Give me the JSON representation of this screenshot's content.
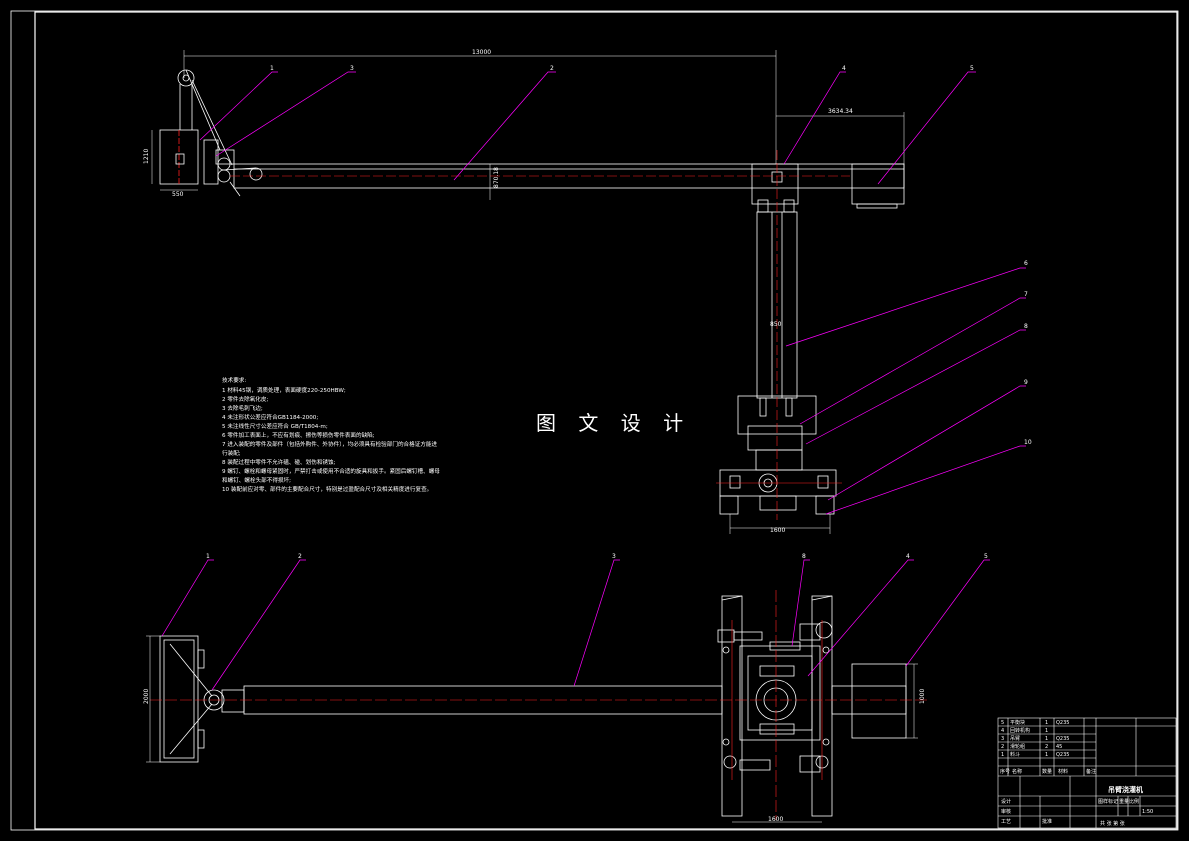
{
  "watermark": "图 文 设 计",
  "dimensions": {
    "total_length": "13000",
    "jib_extension": "3634.34",
    "beam_height": "870.18",
    "column_width": "850",
    "base_width": "1600",
    "hopper_height": "1210",
    "hopper_width": "550",
    "hopper_plan_width": "2000",
    "counterweight_plan": "1000",
    "plan_base_width": "1600"
  },
  "callouts_top": [
    "1",
    "3",
    "2",
    "4",
    "5",
    "6",
    "7",
    "8",
    "9",
    "10"
  ],
  "callouts_bottom": [
    "1",
    "2",
    "3",
    "8",
    "4",
    "5"
  ],
  "technical_notes": {
    "heading": "技术要求:",
    "lines": [
      "1 材料45钢，调质处理，表面硬度220-250HBW;",
      "2 零件去除氧化皮;",
      "3 去除毛刺飞边;",
      "4 未注形状公差应符合GB1184-2000;",
      "5 未注线性尺寸公差应符合 GB/T1804-m;",
      "6 零件加工表面上，不应有划痕、擦伤等损伤零件表面的缺陷;",
      "7 进入装配的零件及部件（包括外购件、外协件），均必须具有检验部门的合格证方能进",
      "行装配;",
      "8 装配过程中零件不允许磕、碰、划伤和锈蚀;",
      "9 螺钉、螺栓和螺母紧固时，严禁打击或使用不合适的旋具和扳手。紧固后螺钉槽、螺母",
      "和螺钉、螺栓头部不得损坏;",
      "10 装配前应对零、部件的主要配合尺寸，特别是过盈配合尺寸及相关精度进行复查。"
    ]
  },
  "title_block": {
    "title": "吊臂浇灌机",
    "col_labels": [
      "序号",
      "名称",
      "数量",
      "材料",
      "备注"
    ],
    "rows": [
      [
        "5",
        "平衡块",
        "1",
        "Q235",
        ""
      ],
      [
        "4",
        "回转机构",
        "1",
        "",
        ""
      ],
      [
        "3",
        "吊臂",
        "1",
        "Q235",
        ""
      ],
      [
        "2",
        "滑轮组",
        "2",
        "45",
        ""
      ],
      [
        "1",
        "料斗",
        "1",
        "Q235",
        ""
      ]
    ],
    "footer_labels": [
      "设计",
      "审核",
      "工艺",
      "批准"
    ],
    "scale_labels": [
      "图样标记",
      "重量",
      "比例",
      "1:50"
    ],
    "sheet_label": "共 张 第 张"
  },
  "colors": {
    "background": "#000000",
    "outline": "#ffffff",
    "leader": "#ff00ff",
    "centerline": "#ff2020",
    "dimension": "#ffffff"
  }
}
